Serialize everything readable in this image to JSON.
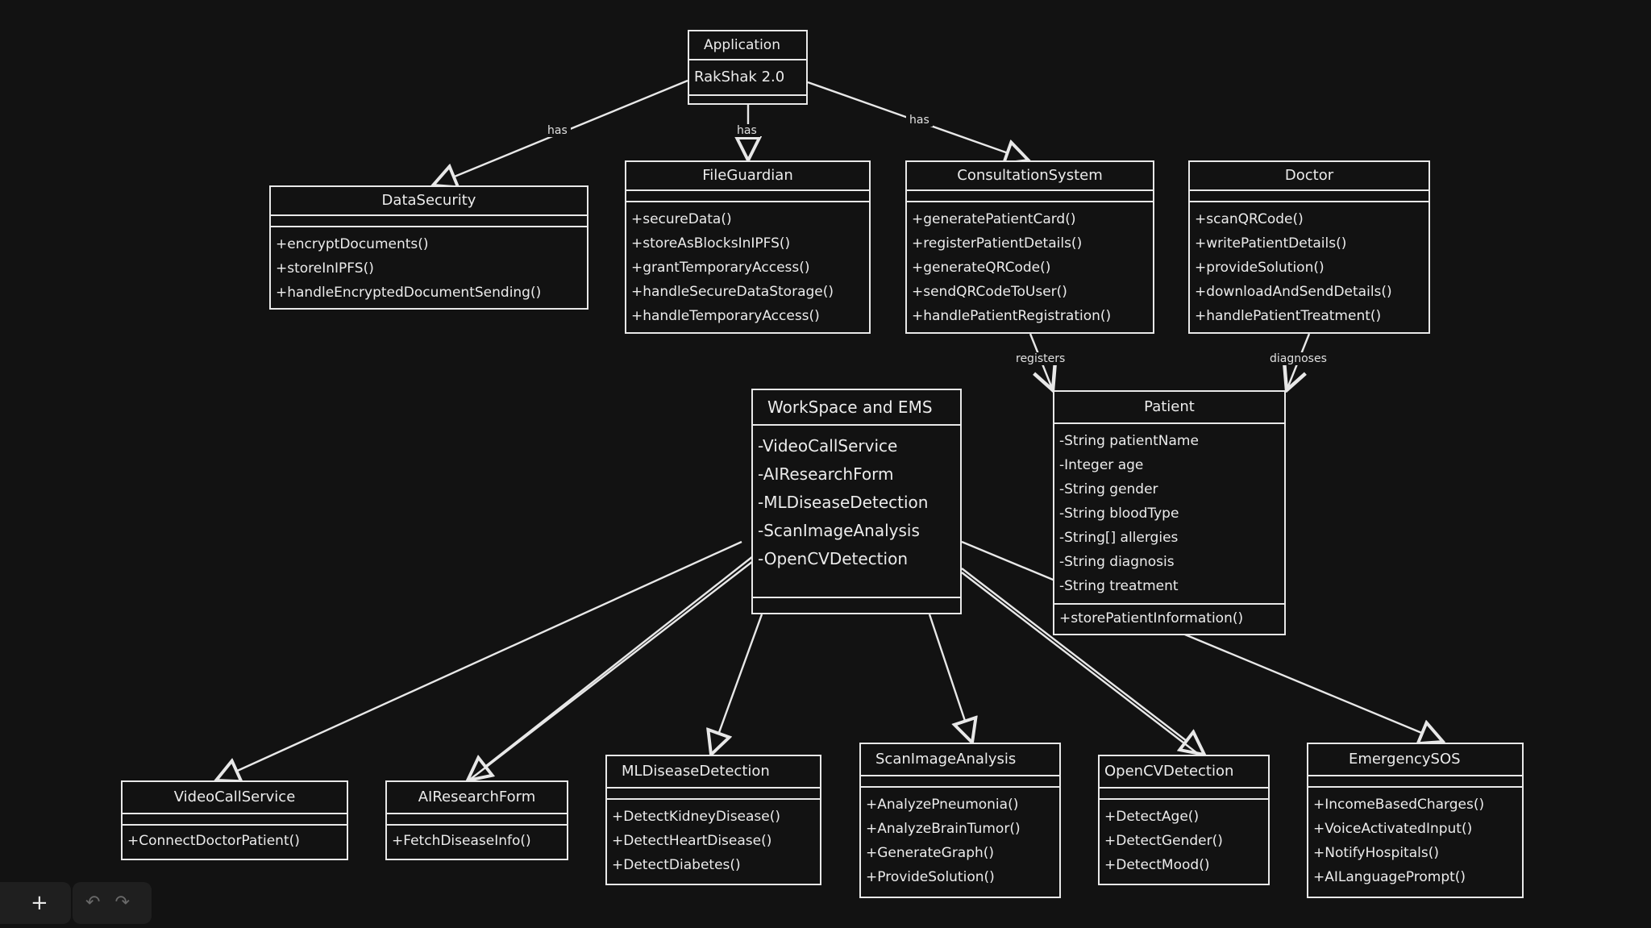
{
  "classes": {
    "application": {
      "name": "Application",
      "attrs": [
        "RakShak 2.0"
      ],
      "methods": []
    },
    "data_security": {
      "name": "DataSecurity",
      "attrs": [],
      "methods": [
        "+encryptDocuments()",
        "+storeInIPFS()",
        "+handleEncryptedDocumentSending()"
      ]
    },
    "file_guardian": {
      "name": "FileGuardian",
      "attrs": [],
      "methods": [
        "+secureData()",
        "+storeAsBlocksInIPFS()",
        "+grantTemporaryAccess()",
        "+handleSecureDataStorage()",
        "+handleTemporaryAccess()"
      ]
    },
    "consultation_system": {
      "name": "ConsultationSystem",
      "attrs": [],
      "methods": [
        "+generatePatientCard()",
        "+registerPatientDetails()",
        "+generateQRCode()",
        "+sendQRCodeToUser()",
        "+handlePatientRegistration()"
      ]
    },
    "doctor": {
      "name": "Doctor",
      "attrs": [],
      "methods": [
        "+scanQRCode()",
        "+writePatientDetails()",
        "+provideSolution()",
        "+downloadAndSendDetails()",
        "+handlePatientTreatment()"
      ]
    },
    "workspace": {
      "name": "WorkSpace and EMS",
      "attrs": [
        "-VideoCallService",
        "-AIResearchForm",
        "-MLDiseaseDetection",
        "-ScanImageAnalysis",
        "-OpenCVDetection"
      ],
      "methods": []
    },
    "patient": {
      "name": "Patient",
      "attrs": [
        "-String patientName",
        "-Integer age",
        "-String gender",
        "-String bloodType",
        "-String[] allergies",
        "-String diagnosis",
        "-String treatment"
      ],
      "methods": [
        "+storePatientInformation()"
      ]
    },
    "video_call": {
      "name": "VideoCallService",
      "attrs": [],
      "methods": [
        "+ConnectDoctorPatient()"
      ]
    },
    "ai_research": {
      "name": "AIResearchForm",
      "attrs": [],
      "methods": [
        "+FetchDiseaseInfo()"
      ]
    },
    "ml_disease": {
      "name": "MLDiseaseDetection",
      "attrs": [],
      "methods": [
        "+DetectKidneyDisease()",
        "+DetectHeartDisease()",
        "+DetectDiabetes()"
      ]
    },
    "scan_image": {
      "name": "ScanImageAnalysis",
      "attrs": [],
      "methods": [
        "+AnalyzePneumonia()",
        "+AnalyzeBrainTumor()",
        "+GenerateGraph()",
        "+ProvideSolution()"
      ]
    },
    "opencv": {
      "name": "OpenCVDetection",
      "attrs": [],
      "methods": [
        "+DetectAge()",
        "+DetectGender()",
        "+DetectMood()"
      ]
    },
    "emergency": {
      "name": "EmergencySOS",
      "attrs": [],
      "methods": [
        "+IncomeBasedCharges()",
        "+VoiceActivatedInput()",
        "+NotifyHospitals()",
        "+AILanguagePrompt()"
      ]
    }
  },
  "edge_labels": {
    "has_left": "has",
    "has_center": "has",
    "has_right": "has",
    "registers": "registers",
    "diagnoses": "diagnoses"
  },
  "toolbar": {
    "add": "+",
    "undo": "↶",
    "redo": "↷"
  },
  "colors": {
    "background": "#121212",
    "stroke": "#e8e8e8"
  }
}
